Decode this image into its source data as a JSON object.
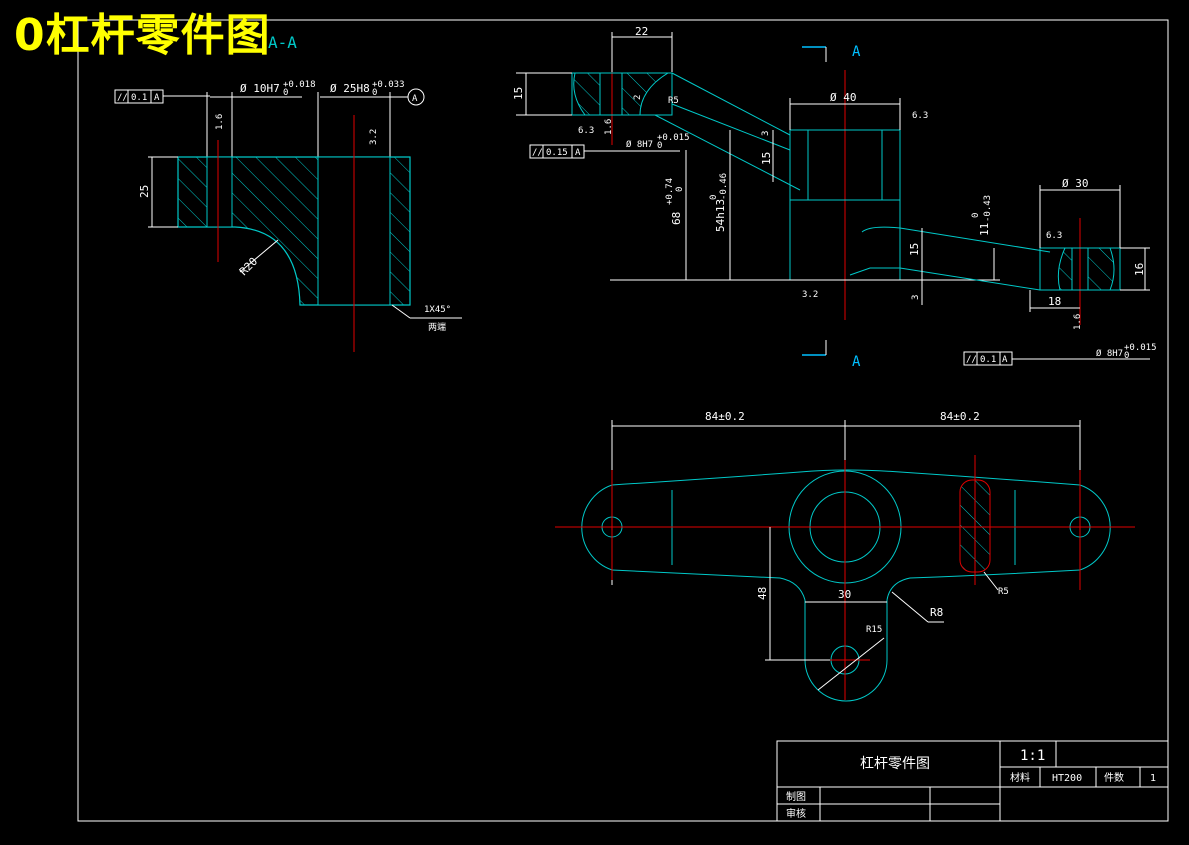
{
  "overlay_title": "0杠杆零件图",
  "colors": {
    "background": "#000000",
    "outline": "#00c8c8",
    "center": "#e00000",
    "dimension": "#ffffff",
    "overlay": "#ffff00",
    "arrow": "#00bfff"
  },
  "section_view": {
    "section_label": "A-A",
    "tolerance_frame": {
      "symbol": "//",
      "value": "0.1",
      "datum": "A"
    },
    "bore_small": {
      "label": "Ø 10H7",
      "upper": "+0.018",
      "lower": "0"
    },
    "bore_large": {
      "label": "Ø 25H8",
      "upper": "+0.033",
      "lower": "0"
    },
    "datum_circle": "A",
    "height": "25",
    "radius": "R20",
    "roughness_1": "1.6",
    "roughness_2": "3.2",
    "chamfer": "1X45°",
    "chamfer_note": "两端"
  },
  "main_view": {
    "section_marker": "A",
    "top_width": "22",
    "top_height": "15",
    "fillet": "R5",
    "groove": "2",
    "diam_40": "Ø 40",
    "roughness_63a": "6.3",
    "roughness_63b": "6.3",
    "roughness_63c": "6.3",
    "roughness_16": "1.6",
    "roughness_32": "3.2",
    "tolerance_frame": {
      "symbol": "//",
      "value": "0.15",
      "datum": "A"
    },
    "bore_8": {
      "label": "Ø 8H7",
      "upper": "+0.015",
      "lower": "0"
    },
    "dim_3": "3",
    "dim_15": "15",
    "height_total": {
      "label": "68",
      "upper": "+0.74",
      "lower": "0"
    },
    "height_54": {
      "label": "54h13",
      "upper": "0",
      "lower": "-0.46"
    },
    "dim_11": {
      "label": "11",
      "upper": "0",
      "lower": "-0.43"
    },
    "hub_15": "15",
    "hub_3": "3",
    "diam_30": "Ø 30",
    "right_16": "16",
    "right_18": "18",
    "right_roughness": "1.6",
    "right_tolerance_frame": {
      "symbol": "//",
      "value": "0.1",
      "datum": "A"
    },
    "right_bore": {
      "label": "Ø 8H7",
      "upper": "+0.015",
      "lower": "0"
    }
  },
  "plan_view": {
    "span_left": "84±0.2",
    "span_right": "84±0.2",
    "dim_30": "30",
    "dim_48": "48",
    "radius_8": "R8",
    "radius_5": "R5",
    "radius_15": "R15"
  },
  "title_block": {
    "part_name": "杠杆零件图",
    "scale": "1:1",
    "material_label": "材料",
    "material": "HT200",
    "count_label": "件数",
    "count": "1",
    "drawn_label": "制图",
    "checked_label": "审核"
  }
}
